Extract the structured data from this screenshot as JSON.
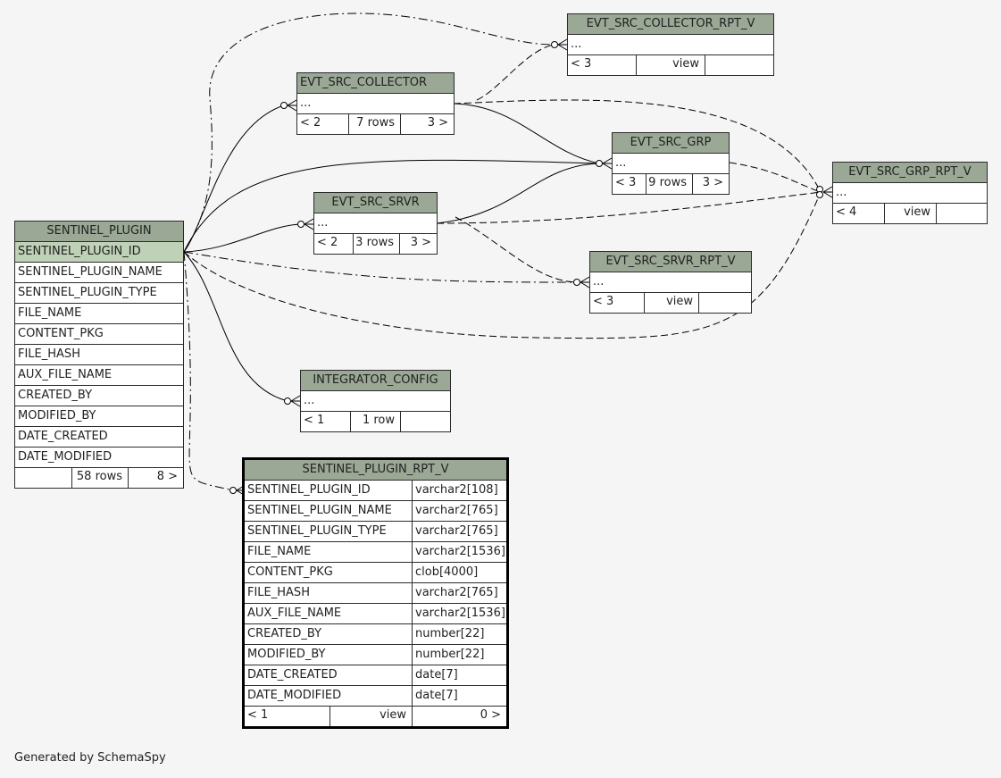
{
  "sentinel_plugin": {
    "title": "SENTINEL_PLUGIN",
    "columns": [
      "SENTINEL_PLUGIN_ID",
      "SENTINEL_PLUGIN_NAME",
      "SENTINEL_PLUGIN_TYPE",
      "FILE_NAME",
      "CONTENT_PKG",
      "FILE_HASH",
      "AUX_FILE_NAME",
      "CREATED_BY",
      "MODIFIED_BY",
      "DATE_CREATED",
      "DATE_MODIFIED"
    ],
    "footer": {
      "left": "",
      "mid": "58 rows",
      "right": "8 >"
    }
  },
  "evt_src_collector_rpt_v": {
    "title": "EVT_SRC_COLLECTOR_RPT_V",
    "row": "...",
    "footer": {
      "left": "< 3",
      "mid": "view",
      "right": ""
    }
  },
  "evt_src_collector": {
    "title": "EVT_SRC_COLLECTOR",
    "row": "...",
    "footer": {
      "left": "< 2",
      "mid": "7 rows",
      "right": "3 >"
    }
  },
  "evt_src_grp": {
    "title": "EVT_SRC_GRP",
    "row": "...",
    "footer": {
      "left": "< 3",
      "mid": "9 rows",
      "right": "3 >"
    }
  },
  "evt_src_grp_rpt_v": {
    "title": "EVT_SRC_GRP_RPT_V",
    "row": "...",
    "footer": {
      "left": "< 4",
      "mid": "view",
      "right": ""
    }
  },
  "evt_src_srvr": {
    "title": "EVT_SRC_SRVR",
    "row": "...",
    "footer": {
      "left": "< 2",
      "mid": "3 rows",
      "right": "3 >"
    }
  },
  "evt_src_srvr_rpt_v": {
    "title": "EVT_SRC_SRVR_RPT_V",
    "row": "...",
    "footer": {
      "left": "< 3",
      "mid": "view",
      "right": ""
    }
  },
  "integrator_config": {
    "title": "INTEGRATOR_CONFIG",
    "row": "...",
    "footer": {
      "left": "< 1",
      "mid": "1 row",
      "right": ""
    }
  },
  "sentinel_plugin_rpt_v": {
    "title": "SENTINEL_PLUGIN_RPT_V",
    "columns": [
      {
        "name": "SENTINEL_PLUGIN_ID",
        "type": "varchar2[108]"
      },
      {
        "name": "SENTINEL_PLUGIN_NAME",
        "type": "varchar2[765]"
      },
      {
        "name": "SENTINEL_PLUGIN_TYPE",
        "type": "varchar2[765]"
      },
      {
        "name": "FILE_NAME",
        "type": "varchar2[1536]"
      },
      {
        "name": "CONTENT_PKG",
        "type": "clob[4000]"
      },
      {
        "name": "FILE_HASH",
        "type": "varchar2[765]"
      },
      {
        "name": "AUX_FILE_NAME",
        "type": "varchar2[1536]"
      },
      {
        "name": "CREATED_BY",
        "type": "number[22]"
      },
      {
        "name": "MODIFIED_BY",
        "type": "number[22]"
      },
      {
        "name": "DATE_CREATED",
        "type": "date[7]"
      },
      {
        "name": "DATE_MODIFIED",
        "type": "date[7]"
      }
    ],
    "footer": {
      "left": "< 1",
      "mid": "view",
      "right": "0 >"
    }
  },
  "generated_by": "Generated by SchemaSpy",
  "colors": {
    "header": "#9aa895",
    "pk_row": "#bfd1b6",
    "background": "#f5f5f5",
    "border": "#2b2b2b"
  }
}
